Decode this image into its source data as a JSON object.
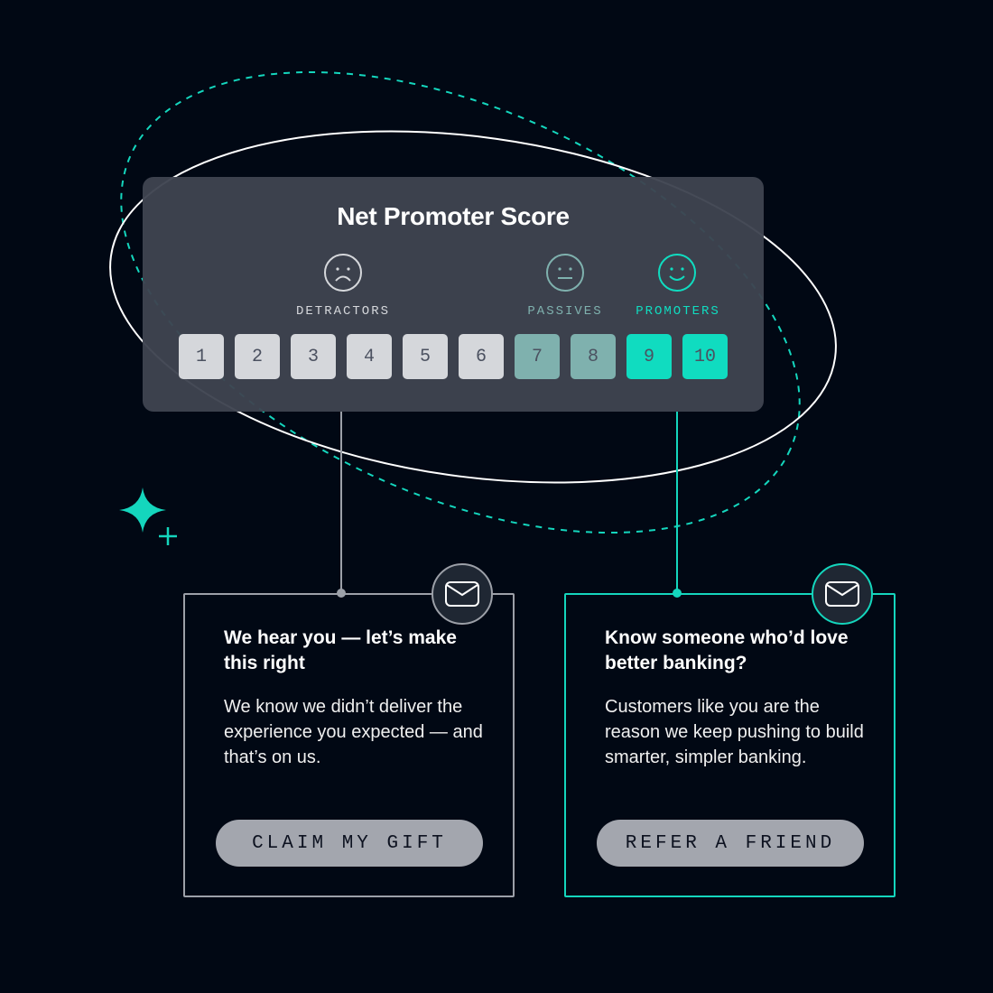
{
  "nps": {
    "title": "Net Promoter Score",
    "categories": [
      {
        "label": "DETRACTORS",
        "icon": "sad-face-icon",
        "color": "#d5d7db"
      },
      {
        "label": "PASSIVES",
        "icon": "neutral-face-icon",
        "color": "#7fb1ae"
      },
      {
        "label": "PROMOTERS",
        "icon": "happy-face-icon",
        "color": "#10dcc0"
      }
    ],
    "scores": [
      "1",
      "2",
      "3",
      "4",
      "5",
      "6",
      "7",
      "8",
      "9",
      "10"
    ]
  },
  "cards": [
    {
      "heading": "We hear you — let’s make this right",
      "body": "We know we didn’t deliver the experience you expected — and that’s on us.",
      "button": "CLAIM MY GIFT",
      "icon": "envelope-icon"
    },
    {
      "heading": "Know someone who’d love better banking?",
      "body": "Customers like you are the reason we keep pushing to build smarter, simpler banking.",
      "button": "REFER A FRIEND",
      "icon": "envelope-icon"
    }
  ],
  "colors": {
    "background": "#010814",
    "accent": "#10dcc0",
    "panel": "#3e4450"
  }
}
